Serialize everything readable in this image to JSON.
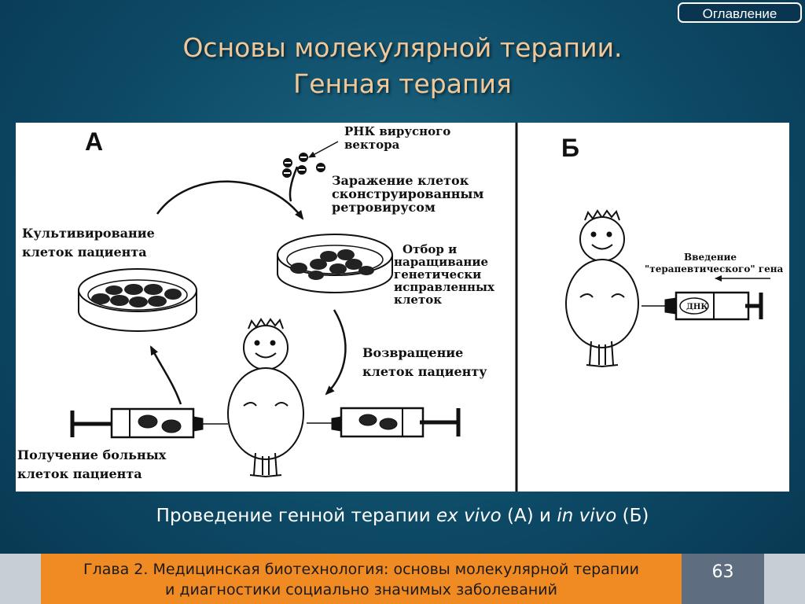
{
  "toc_button": {
    "label": "Оглавление"
  },
  "title": {
    "line1": "Основы молекулярной терапии.",
    "line2": "Генная терапия"
  },
  "figure": {
    "panel_a": {
      "letter": "А",
      "rna_label_1": "РНК вирусного",
      "rna_label_2": "вектора",
      "infection_1": "Заражение клеток",
      "infection_2": "сконструированным",
      "infection_3": "ретровирусом",
      "cultivation_1": "Культивирование",
      "cultivation_2": "клеток пациента",
      "selection_1": "Отбор и",
      "selection_2": "наращивание",
      "selection_3": "генетически",
      "selection_4": "исправленных",
      "selection_5": "клеток",
      "return_1": "Возвращение",
      "return_2": "клеток пациенту",
      "obtain_1": "Получение больных",
      "obtain_2": "клеток пациента"
    },
    "panel_b": {
      "letter": "Б",
      "intro_1": "Введение",
      "intro_2": "\"терапевтического\" гена",
      "dna_label": "ДНК"
    }
  },
  "caption": {
    "part1": "Проведение генной терапии ",
    "ex_vivo": "ex vivo",
    "part2": " (А) и ",
    "in_vivo": "in vivo",
    "part3": " (Б)"
  },
  "footer": {
    "chapter_line1": "Глава 2. Медицинская биотехнология: основы молекулярной терапии",
    "chapter_line2": "и диагностики социально значимых заболеваний",
    "page_number": "63"
  }
}
